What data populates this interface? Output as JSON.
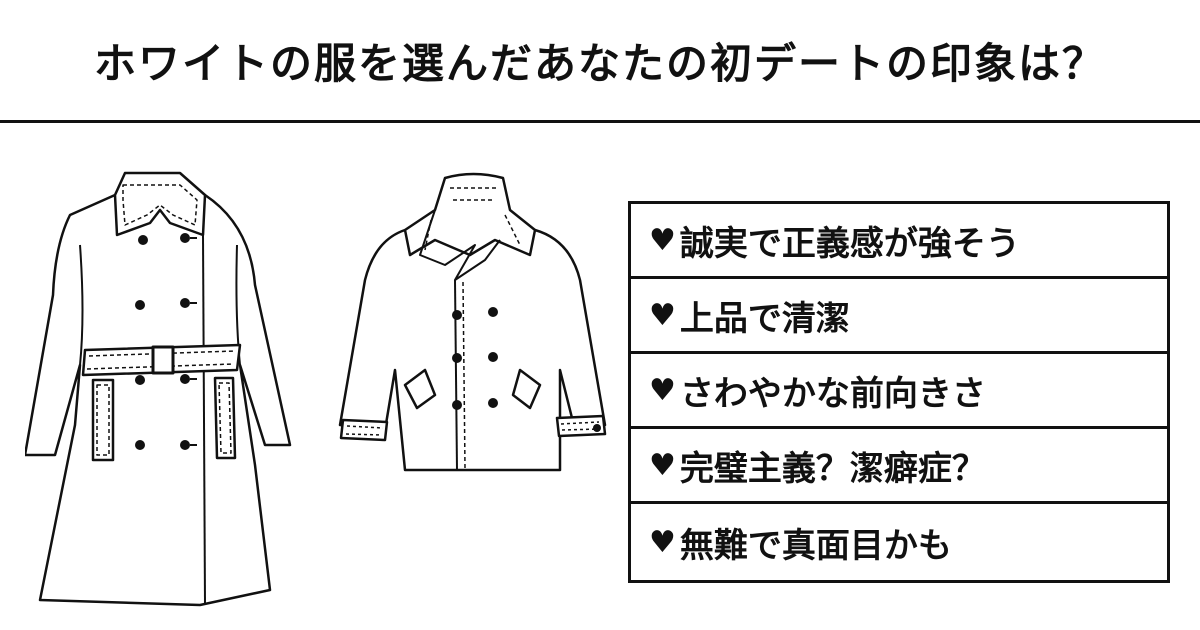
{
  "title": "ホワイトの服を選んだあなたの初デートの印象は？",
  "colors": {
    "ink": "#111111",
    "background": "#ffffff"
  },
  "illustrations": [
    {
      "name": "trench-coat",
      "icon": "long-double-breasted-belted-coat"
    },
    {
      "name": "pea-coat",
      "icon": "short-double-breasted-pea-coat"
    }
  ],
  "impressions": {
    "bullet": "♥",
    "items": [
      "誠実で正義感が強そう",
      "上品で清潔",
      "さわやかな前向きさ",
      "完璧主義？潔癖症？",
      "無難で真面目かも"
    ]
  }
}
